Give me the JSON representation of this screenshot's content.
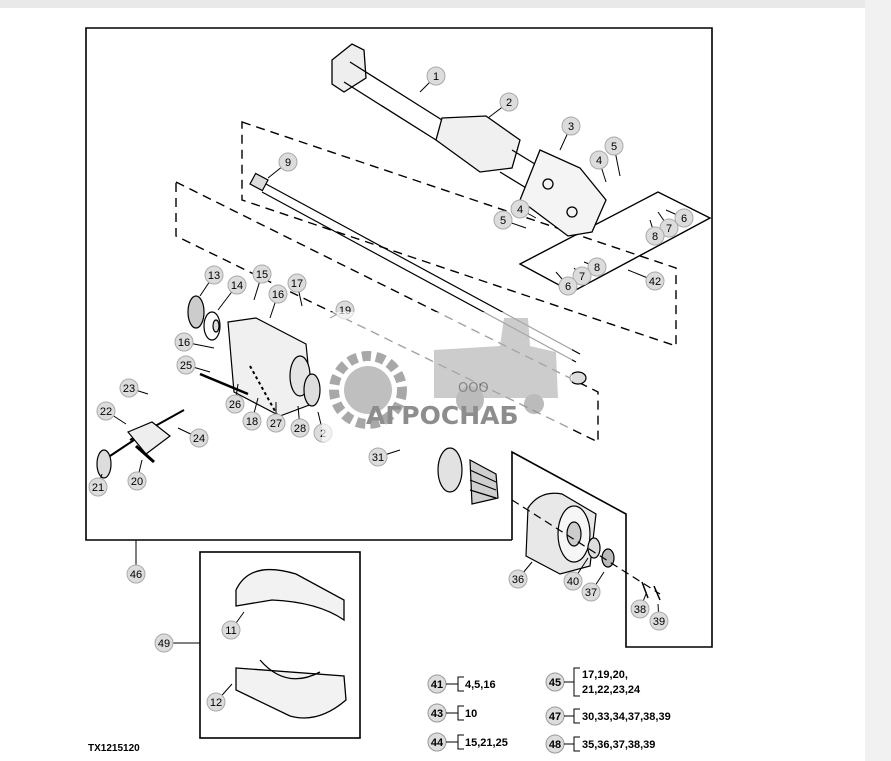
{
  "figure_code": "TX1215120",
  "callouts": [
    {
      "n": "1"
    },
    {
      "n": "2"
    },
    {
      "n": "3"
    },
    {
      "n": "4"
    },
    {
      "n": "5"
    },
    {
      "n": "4"
    },
    {
      "n": "5"
    },
    {
      "n": "6"
    },
    {
      "n": "7"
    },
    {
      "n": "8"
    },
    {
      "n": "8"
    },
    {
      "n": "7"
    },
    {
      "n": "6"
    },
    {
      "n": "42"
    },
    {
      "n": "9"
    },
    {
      "n": "13"
    },
    {
      "n": "14"
    },
    {
      "n": "15"
    },
    {
      "n": "17"
    },
    {
      "n": "16"
    },
    {
      "n": "16"
    },
    {
      "n": "25"
    },
    {
      "n": "19"
    },
    {
      "n": "23"
    },
    {
      "n": "22"
    },
    {
      "n": "26"
    },
    {
      "n": "18"
    },
    {
      "n": "27"
    },
    {
      "n": "28"
    },
    {
      "n": "2"
    },
    {
      "n": "24"
    },
    {
      "n": "21"
    },
    {
      "n": "20"
    },
    {
      "n": "31"
    },
    {
      "n": "36"
    },
    {
      "n": "40"
    },
    {
      "n": "37"
    },
    {
      "n": "38"
    },
    {
      "n": "39"
    },
    {
      "n": "46"
    },
    {
      "n": "49"
    },
    {
      "n": "11"
    },
    {
      "n": "12"
    }
  ],
  "legend": [
    {
      "n": "41",
      "parts": "4,5,16"
    },
    {
      "n": "43",
      "parts": "10"
    },
    {
      "n": "44",
      "parts": "15,21,25"
    },
    {
      "n": "45",
      "parts": "17,19,20,",
      "parts2": "21,22,23,24"
    },
    {
      "n": "47",
      "parts": "30,33,34,37,38,39"
    },
    {
      "n": "48",
      "parts": "35,36,37,38,39"
    }
  ],
  "watermark": {
    "line1": "ООО",
    "line2": "АГРОСНАБ"
  }
}
